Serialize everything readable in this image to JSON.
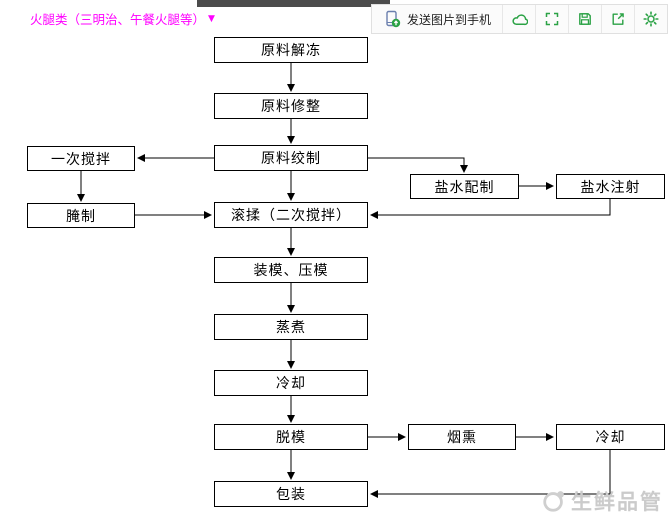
{
  "header": {
    "category_label": "火腿类（三明治、午餐火腿等）",
    "dropdown_glyph": "▼",
    "accent_color": "#ff00ff"
  },
  "toolbar": {
    "send_button_label": "发送图片到手机",
    "icon_names": [
      "send-to-phone-icon",
      "cloud-icon",
      "fullscreen-icon",
      "save-icon",
      "share-icon",
      "settings-icon"
    ],
    "accent_color": "#2BA245"
  },
  "flow": {
    "nodes": [
      {
        "id": "thaw",
        "label": "原料解冻"
      },
      {
        "id": "trim",
        "label": "原料修整"
      },
      {
        "id": "grind",
        "label": "原料绞制"
      },
      {
        "id": "mix1",
        "label": "一次搅拌"
      },
      {
        "id": "brine_prep",
        "label": "盐水配制"
      },
      {
        "id": "brine_inject",
        "label": "盐水注射"
      },
      {
        "id": "cure",
        "label": "腌制"
      },
      {
        "id": "tumble",
        "label": "滚揉（二次搅拌）"
      },
      {
        "id": "mold",
        "label": "装模、压模"
      },
      {
        "id": "cook",
        "label": "蒸煮"
      },
      {
        "id": "cool1",
        "label": "冷却"
      },
      {
        "id": "demold",
        "label": "脱模"
      },
      {
        "id": "smoke",
        "label": "烟熏"
      },
      {
        "id": "cool2",
        "label": "冷却"
      },
      {
        "id": "pack",
        "label": "包装"
      }
    ],
    "edges": [
      {
        "from": "thaw",
        "to": "trim"
      },
      {
        "from": "trim",
        "to": "grind"
      },
      {
        "from": "grind",
        "to": "mix1"
      },
      {
        "from": "mix1",
        "to": "cure"
      },
      {
        "from": "cure",
        "to": "tumble"
      },
      {
        "from": "grind",
        "to": "tumble"
      },
      {
        "from": "grind",
        "to": "brine_prep"
      },
      {
        "from": "brine_prep",
        "to": "brine_inject"
      },
      {
        "from": "brine_inject",
        "to": "tumble"
      },
      {
        "from": "tumble",
        "to": "mold"
      },
      {
        "from": "mold",
        "to": "cook"
      },
      {
        "from": "cook",
        "to": "cool1"
      },
      {
        "from": "cool1",
        "to": "demold"
      },
      {
        "from": "demold",
        "to": "pack"
      },
      {
        "from": "demold",
        "to": "smoke"
      },
      {
        "from": "smoke",
        "to": "cool2"
      },
      {
        "from": "cool2",
        "to": "pack"
      }
    ]
  },
  "watermark": {
    "text": "生鲜品管"
  }
}
